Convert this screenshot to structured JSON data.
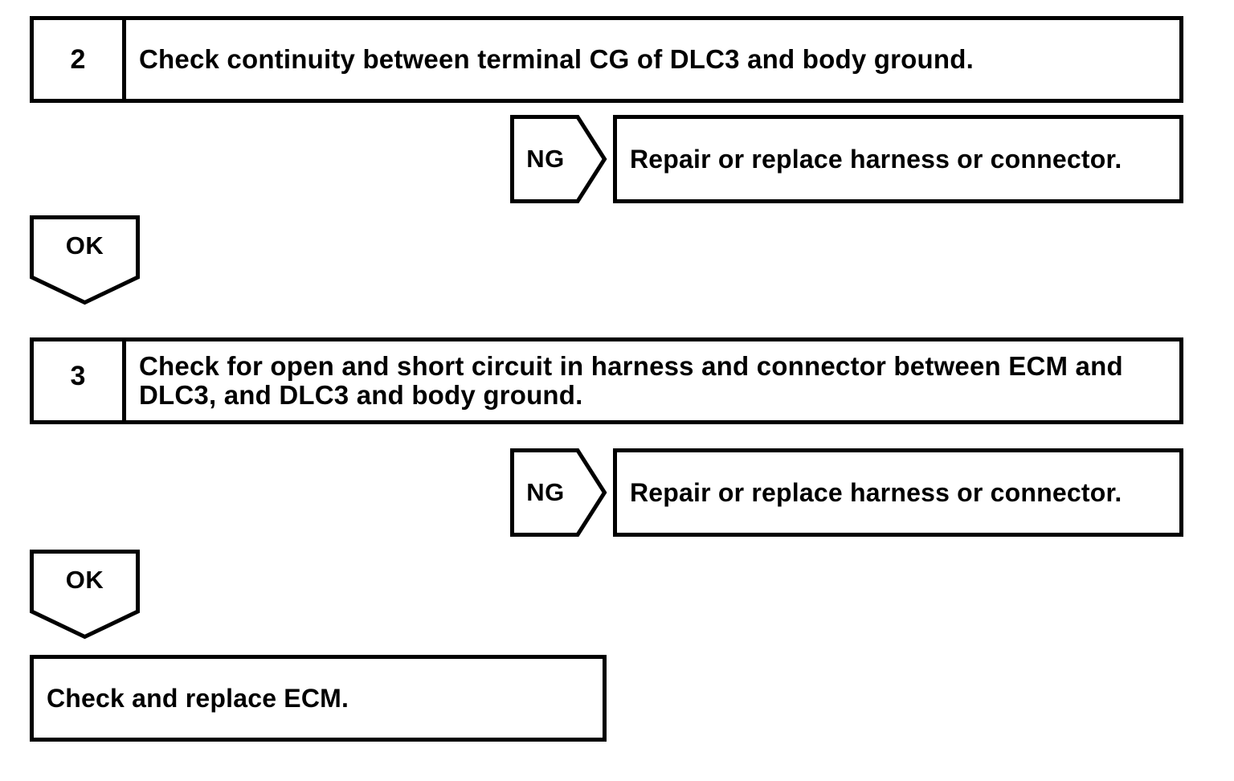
{
  "flowchart": {
    "steps": [
      {
        "number": "2",
        "text": "Check continuity between terminal CG of DLC3 and body ground."
      },
      {
        "number": "3",
        "text": "Check for open and short circuit in harness and connector between ECM and DLC3, and DLC3 and body ground."
      }
    ],
    "ng_branches": [
      {
        "label": "NG",
        "result": "Repair or replace harness or connector."
      },
      {
        "label": "NG",
        "result": "Repair or replace harness or connector."
      }
    ],
    "ok_connectors": [
      {
        "label": "OK"
      },
      {
        "label": "OK"
      }
    ],
    "final": {
      "text": "Check and replace ECM."
    },
    "colors": {
      "line": "#000000",
      "background": "#ffffff",
      "text": "#000000"
    }
  }
}
